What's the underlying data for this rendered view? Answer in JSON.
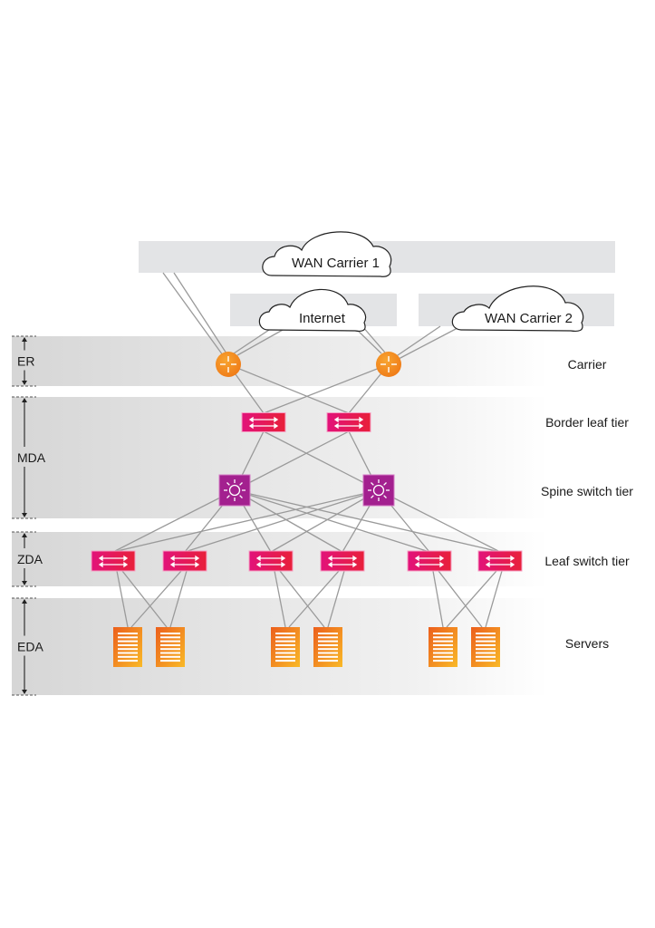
{
  "title": "Data center network topology",
  "clouds": [
    {
      "id": "wan1",
      "label": "WAN Carrier 1"
    },
    {
      "id": "internet",
      "label": "Internet"
    },
    {
      "id": "wan2",
      "label": "WAN Carrier 2"
    }
  ],
  "zones": [
    {
      "id": "er",
      "label": "ER"
    },
    {
      "id": "mda",
      "label": "MDA"
    },
    {
      "id": "zda",
      "label": "ZDA"
    },
    {
      "id": "eda",
      "label": "EDA"
    }
  ],
  "tiers": [
    {
      "id": "carrier",
      "label": "Carrier"
    },
    {
      "id": "border",
      "label": "Border leaf tier"
    },
    {
      "id": "spine",
      "label": "Spine switch tier"
    },
    {
      "id": "leaf",
      "label": "Leaf switch tier"
    },
    {
      "id": "servers",
      "label": "Servers"
    }
  ],
  "devices": {
    "routers": 2,
    "border_leaf_switches": 2,
    "spine_switches": 2,
    "leaf_switches": 6,
    "servers": 6
  },
  "icons": {
    "router": "router-icon",
    "switch": "switch-arrows-icon",
    "spine": "spine-hub-icon",
    "server": "server-icon",
    "cloud": "cloud-icon"
  },
  "colors": {
    "router": "#f5891f",
    "switch_left": "#e2127a",
    "switch_right": "#e8203a",
    "spine": "#a3208f",
    "server_left": "#ee6a1e",
    "server_right": "#f8b324",
    "band": "#e4e4e4",
    "link": "#9a9a9a"
  }
}
